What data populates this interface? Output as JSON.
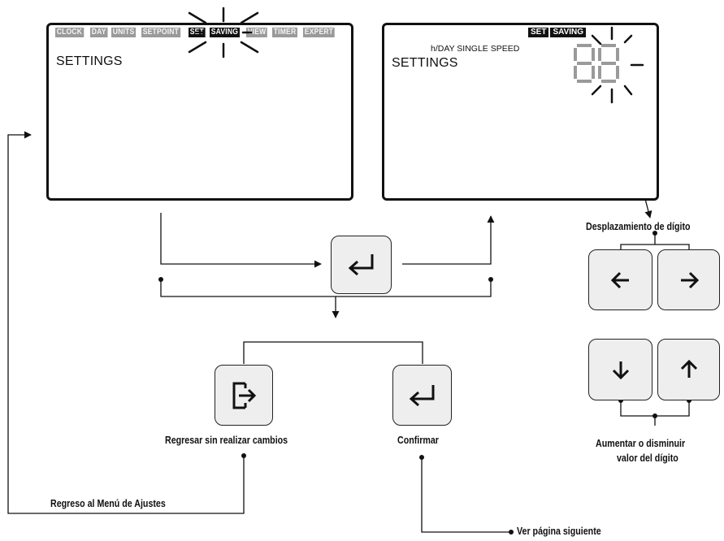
{
  "screen1": {
    "menu_tabs": [
      {
        "label": "CLOCK",
        "active": false
      },
      {
        "label": "DAY",
        "active": false
      },
      {
        "label": "UNITS",
        "active": false
      },
      {
        "label": "SETPOINT",
        "active": false
      },
      {
        "label": "SET",
        "active": true
      },
      {
        "label": "SAVING",
        "active": true
      },
      {
        "label": "VIEW",
        "active": false
      },
      {
        "label": "TIMER",
        "active": false
      },
      {
        "label": "EXPERT",
        "active": false
      }
    ],
    "title": "SETTINGS"
  },
  "screen2": {
    "tabs": [
      "SET",
      "SAVING"
    ],
    "subtitle": "h/DAY SINGLE SPEED",
    "title": "SETTINGS",
    "digits": "88"
  },
  "labels": {
    "digit_shift": "Desplazamiento de dígito",
    "digit_change_line1": "Aumentar o disminuir",
    "digit_change_line2": "valor del dígito",
    "exit_no_changes": "Regresar sin realizar cambios",
    "confirm": "Confirmar",
    "back_to_settings_menu": "Regreso al Menú de Ajustes",
    "next_page": "Ver página siguiente"
  },
  "keys": [
    {
      "name": "enter-key-top",
      "icon": "enter-icon"
    },
    {
      "name": "exit-key",
      "icon": "exit-icon"
    },
    {
      "name": "confirm-key",
      "icon": "enter-icon"
    },
    {
      "name": "left-key",
      "icon": "arrow-left-icon"
    },
    {
      "name": "right-key",
      "icon": "arrow-right-icon"
    },
    {
      "name": "down-key",
      "icon": "arrow-down-icon"
    },
    {
      "name": "up-key",
      "icon": "arrow-up-icon"
    }
  ],
  "colors": {
    "line": "#111111",
    "key_fill": "#eeeeee",
    "tab_inactive": "#9a9a9a",
    "tab_active": "#111111",
    "segment_grey": "#9a9a9a"
  }
}
